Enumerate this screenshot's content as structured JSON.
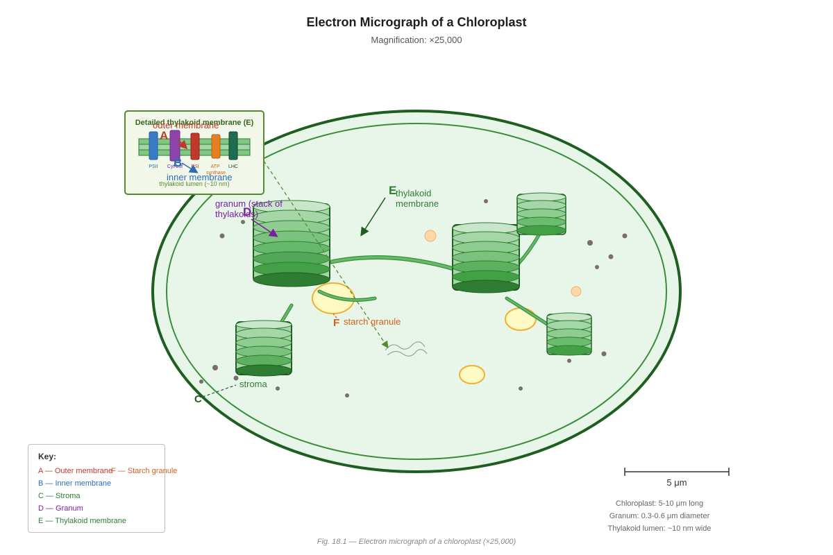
{
  "title": "Electron Micrograph of a Chloroplast",
  "subtitle": "Magnification: ×25,000",
  "labels": {
    "outer_membrane": {
      "letter": "A",
      "text": "outer membrane"
    },
    "inner_membrane": {
      "letter": "B",
      "text": "inner membrane"
    },
    "stroma": {
      "letter": "C",
      "text": "stroma"
    },
    "granum": {
      "letter": "D",
      "text": "granum (stack of thylakoids)"
    },
    "thylakoid_membrane": {
      "letter": "E",
      "text": "thylakoid membrane"
    },
    "starch_granule": {
      "letter": "F",
      "text": "starch granule"
    }
  },
  "inset": {
    "title": "Detailed thylakoid membrane (E)",
    "proteins": [
      "PSII",
      "Cyt b6f",
      "PSI",
      "ATP synthase",
      "LHC"
    ],
    "lumen_note": "thylakoid lumen (~10 nm)"
  },
  "key": {
    "title": "Key:",
    "items": [
      "A — Outer membrane",
      "B — Inner membrane",
      "C — Stroma",
      "D — Granum",
      "E — Thylakoid membrane",
      "F — Starch granule"
    ]
  },
  "scale_bar": {
    "label": "5 μm"
  },
  "notes": [
    "Chloroplast: 5-10 μm long",
    "Granum: 0.3-0.6 μm diameter",
    "Thylakoid lumen: ~10 nm wide"
  ],
  "caption": "Fig. 18.1 — Electron micrograph of a chloroplast (×25,000)",
  "colors": {
    "membrane_dark": "#1e5e20",
    "membrane_inner": "#388e3c",
    "stroma_fill": "#e8f5e9",
    "starch": "#fff9c4",
    "label_a": "#c0392b",
    "label_b": "#2a6db5",
    "label_d": "#7b1fa2",
    "label_f": "#d4601c"
  }
}
